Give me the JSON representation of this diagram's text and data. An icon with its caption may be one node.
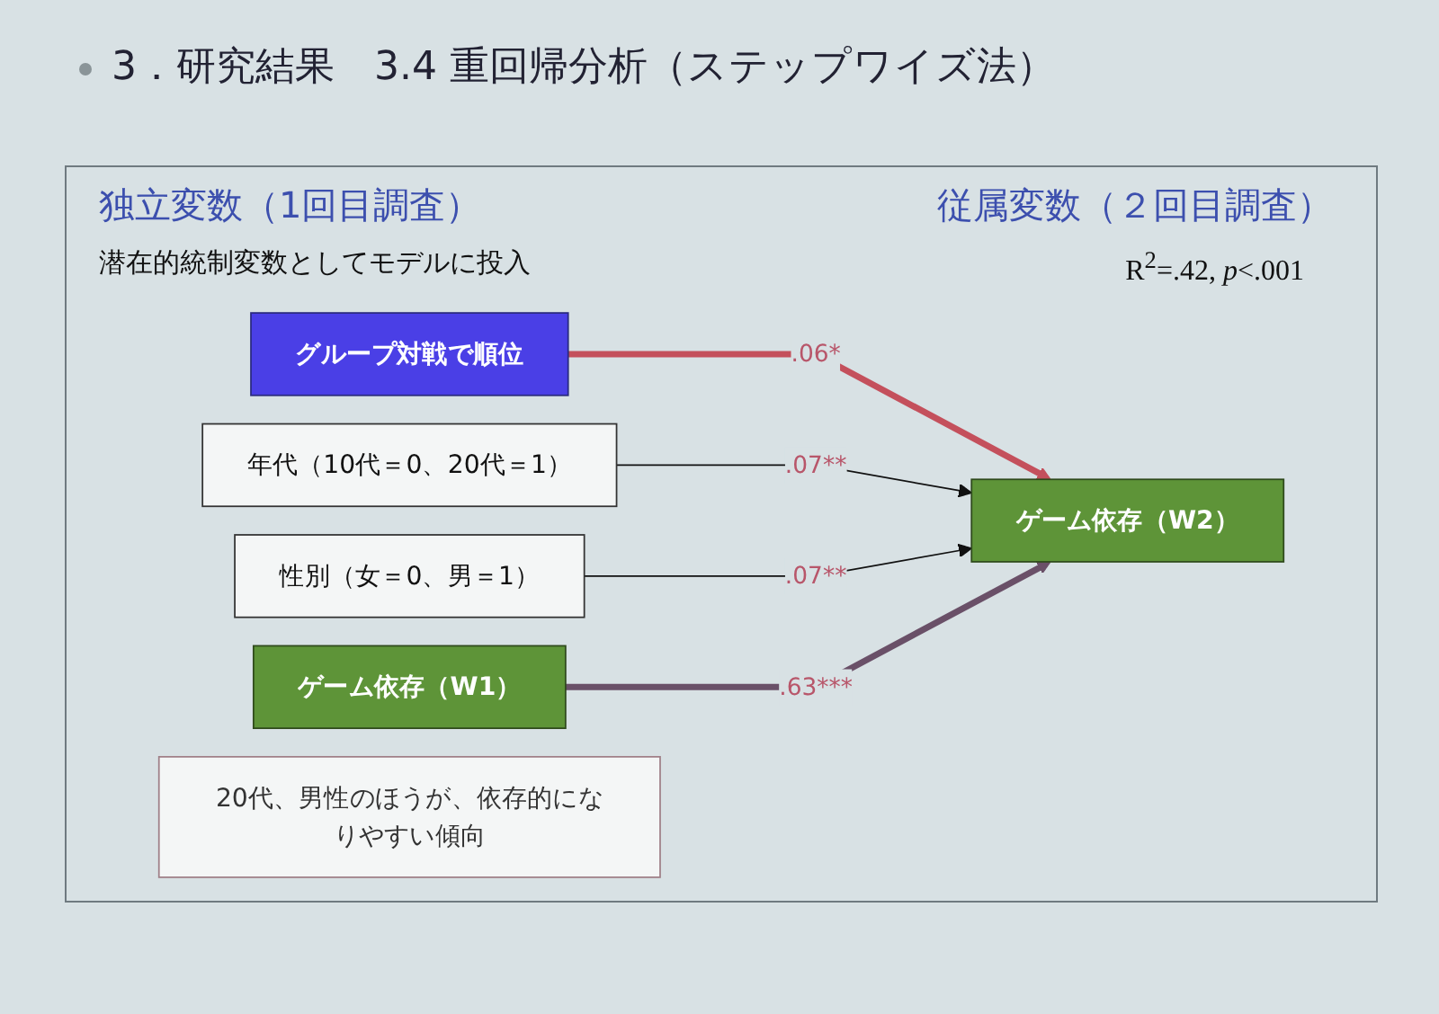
{
  "diagram": {
    "title": "3．研究結果　3.4 重回帰分析（ステップワイズ法）",
    "nodes": [
      {
        "text": [
          "グループ対戦で順位"
        ]
      },
      {
        "text": [
          "ゲーム依存（W2）"
        ]
      },
      {
        "text": [
          "年代（10代＝0、20代＝1）"
        ]
      },
      {
        "text": [
          "性別（女＝0、男＝1）"
        ]
      },
      {
        "text": [
          "20代、男性のほうが、依存的になりやすい傾向"
        ]
      },
      {
        "text": [
          "ゲーム依存（W1）"
        ]
      }
    ],
    "edges": [
      {
        "from": 0,
        "to": 1,
        "arrow": "to",
        "label": ".06*",
        "style": "thick",
        "color": "#c4505c"
      },
      {
        "from": 2,
        "to": 1,
        "arrow": "to",
        "label": ".07**"
      },
      {
        "from": 3,
        "to": 1,
        "arrow": "to",
        "label": ".07**"
      },
      {
        "from": 5,
        "to": 1,
        "arrow": "to",
        "label": ".63***",
        "style": "thick",
        "color": "#6a5068"
      }
    ],
    "labels": [
      "独立変数（1回目調査）",
      "従属変数（２回目調査）",
      "R$^{2}$=.42, *p*<.001",
      "潜在的統制変数としてモデルに投入"
    ]
  }
}
